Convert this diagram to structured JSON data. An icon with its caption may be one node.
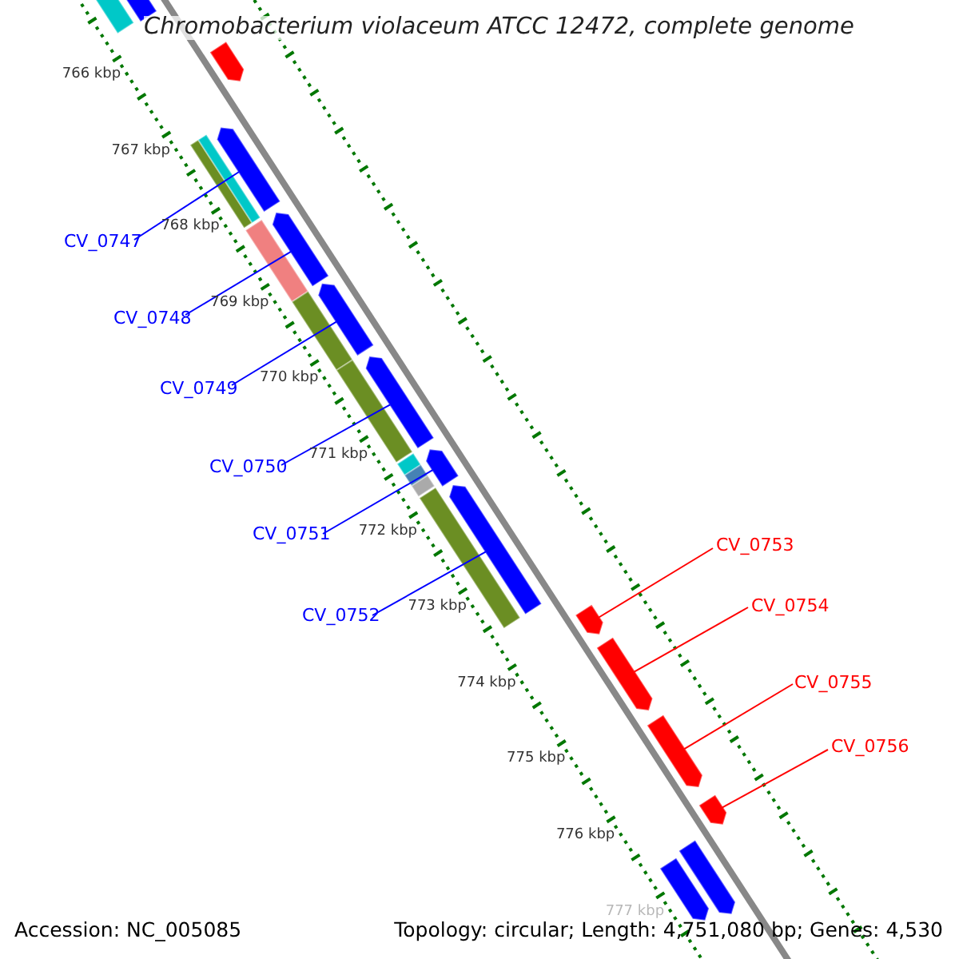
{
  "diagram": {
    "title": "Chromobacterium violaceum ATCC 12472, complete genome",
    "nodes": [
      {
        "text": [
          "CV_0747"
        ]
      },
      {
        "text": [
          "CV_0748"
        ]
      },
      {
        "text": [
          "CV_0749"
        ]
      },
      {
        "text": [
          "CV_0750"
        ]
      },
      {
        "text": [
          "CV_0751"
        ]
      },
      {
        "text": [
          "CV_0752"
        ]
      },
      {
        "text": [
          "CV_0753"
        ]
      },
      {
        "text": [
          "CV_0754"
        ]
      },
      {
        "text": [
          "CV_0755"
        ]
      },
      {
        "text": [
          "CV_0756"
        ]
      },
      {
        "text": [],
        "shape": "bar"
      },
      {
        "text": [],
        "shape": "bar"
      },
      {
        "text": [],
        "shape": "bar"
      },
      {
        "text": [],
        "shape": "bar"
      },
      {
        "text": [],
        "shape": "bar"
      },
      {
        "text": [],
        "shape": "bar"
      },
      {
        "text": [],
        "shape": "bar"
      },
      {
        "text": [],
        "shape": "bar"
      },
      {
        "text": [],
        "shape": "bar"
      },
      {
        "text": [],
        "shape": "bar"
      },
      {
        "text": [],
        "shape": "bar"
      },
      {
        "text": [],
        "shape": "bar"
      },
      {
        "text": [],
        "shape": "bar"
      },
      {
        "text": [],
        "shape": "bar"
      }
    ],
    "edges": [
      {
        "from": 0,
        "to": 10,
        "arrow": "none"
      },
      {
        "from": 1,
        "to": 11,
        "arrow": "none"
      },
      {
        "from": 2,
        "to": 12,
        "arrow": "none"
      },
      {
        "from": 3,
        "to": 13,
        "arrow": "none"
      },
      {
        "from": 4,
        "to": 14,
        "arrow": "none"
      },
      {
        "from": 5,
        "to": 15,
        "arrow": "none"
      },
      {
        "from": 6,
        "to": 16,
        "arrow": "none",
        "color": "#ff0000"
      },
      {
        "from": 7,
        "to": 17,
        "arrow": "none",
        "color": "#ff0000"
      },
      {
        "from": 8,
        "to": 18,
        "arrow": "none",
        "color": "#ff0000"
      },
      {
        "from": 9,
        "to": 19,
        "arrow": "none",
        "color": "#ff0000"
      }
    ],
    "labels": [
      "766 kbp",
      "767 kbp",
      "768 kbp",
      "769 kbp",
      "770 kbp",
      "771 kbp",
      "772 kbp",
      "773 kbp",
      "774 kbp",
      "775 kbp",
      "776 kbp",
      "777 kbp",
      "Accession: NC_005085",
      "Topology: circular; Length: 4,751,080 bp; Genes: 4,530"
    ]
  }
}
